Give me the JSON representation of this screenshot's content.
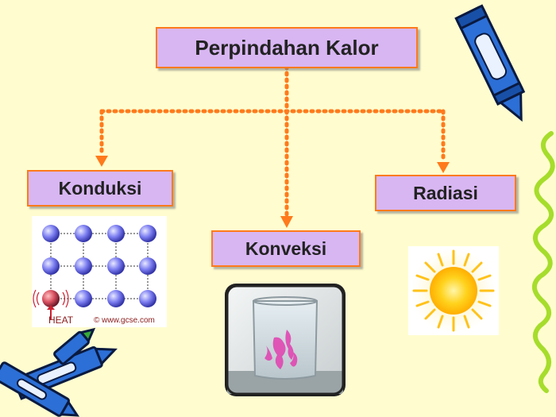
{
  "diagram": {
    "title": "Perpindahan Kalor",
    "branches": [
      {
        "label": "Konduksi"
      },
      {
        "label": "Konveksi"
      },
      {
        "label": "Radiasi"
      }
    ],
    "lattice_heat_label": "HEAT",
    "lattice_credit": "© www.gcse.com"
  },
  "colors": {
    "background": "#fffdcf",
    "box_fill": "#d8b6f2",
    "box_border": "#ff7a1c",
    "arrow": "#ff7a1c",
    "sphere": "#7b7df0"
  },
  "icons": [
    "crayon-icon",
    "crayons-icon",
    "squiggle-icon",
    "sun-icon",
    "beaker-icon",
    "lattice-icon"
  ]
}
